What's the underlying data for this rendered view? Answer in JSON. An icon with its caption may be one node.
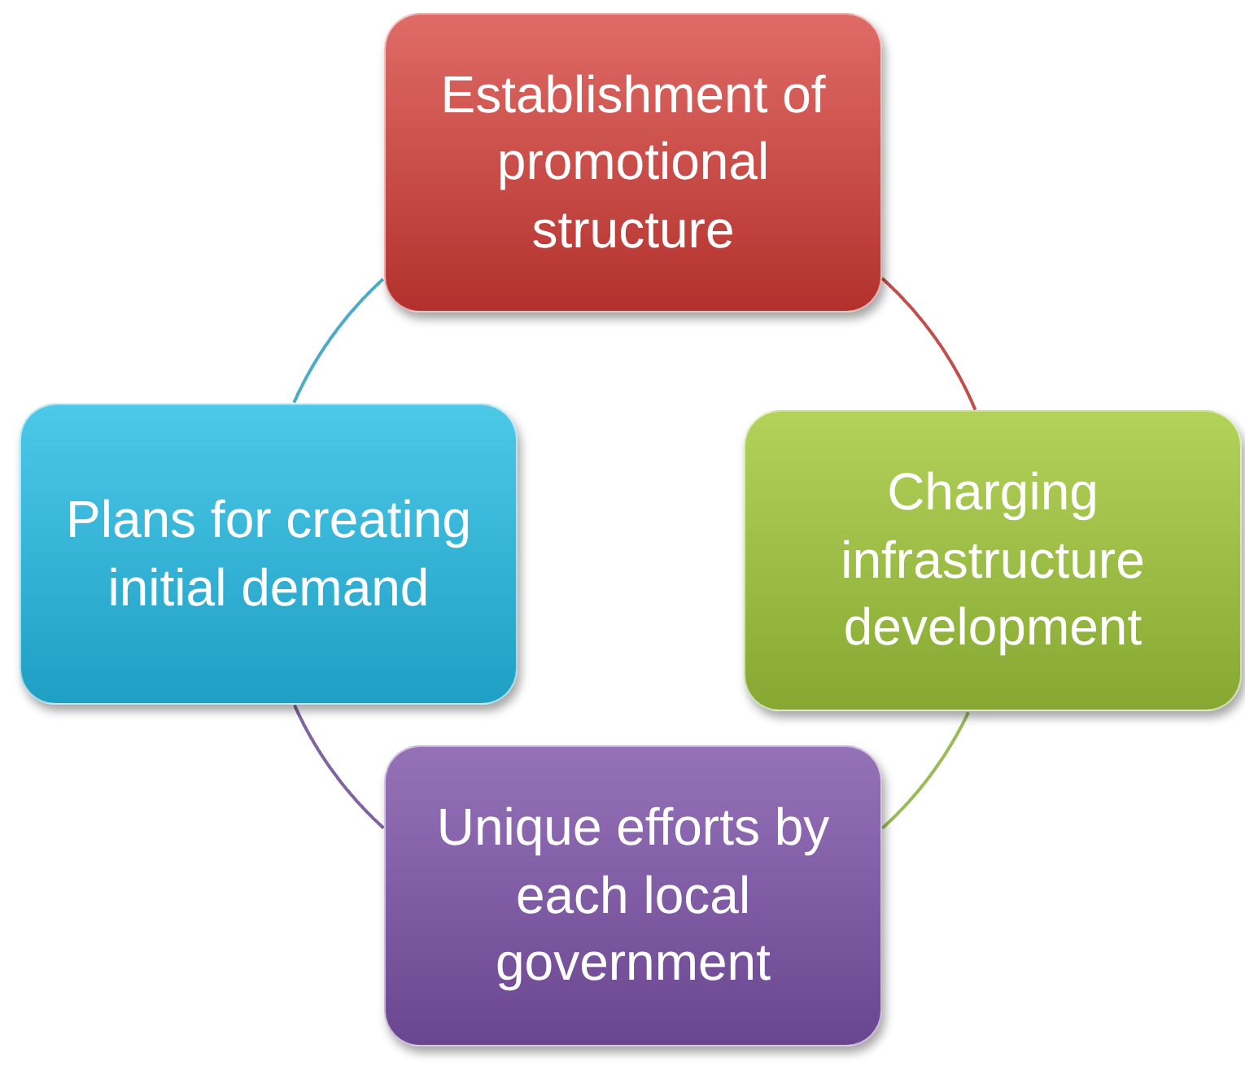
{
  "diagram": {
    "nodes": [
      {
        "text": [
          "Establishment of promotional structure"
        ]
      },
      {
        "text": [
          "Plans for creating initial demand"
        ]
      },
      {
        "text": [
          "Charging infrastructure development"
        ]
      },
      {
        "text": [
          "Unique efforts by each local government"
        ]
      }
    ],
    "edges": [
      {
        "from": 0,
        "to": 2,
        "arrow": "none",
        "color": "#c0504d"
      },
      {
        "from": 2,
        "to": 3,
        "arrow": "none",
        "color": "#9bbb59"
      },
      {
        "from": 3,
        "to": 1,
        "arrow": "none",
        "color": "#8064a2"
      },
      {
        "from": 1,
        "to": 0,
        "arrow": "none",
        "color": "#4bacc6"
      }
    ]
  }
}
